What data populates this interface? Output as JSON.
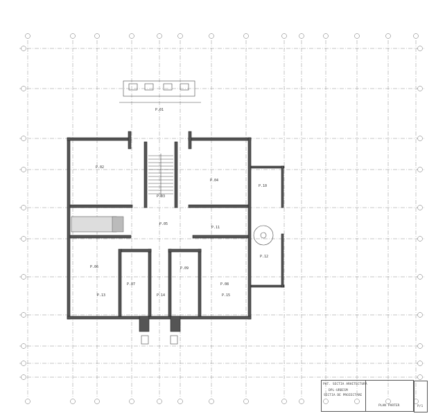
{
  "drawing": {
    "room_labels": [
      "P.01",
      "P.02",
      "P.03",
      "P.04",
      "P.05",
      "P.06",
      "P.07",
      "P.08",
      "P.09",
      "P.10",
      "P.11",
      "P.12",
      "P.13",
      "P.14",
      "P.15"
    ],
    "title_block": {
      "row1": "PAT. SECTIA ARHITECTURA",
      "row2": "DPL-URBISM",
      "row3": "SECTIA DE PROIECTARE",
      "sheet_title": "PLAN PARTER",
      "code": "P/1"
    }
  }
}
